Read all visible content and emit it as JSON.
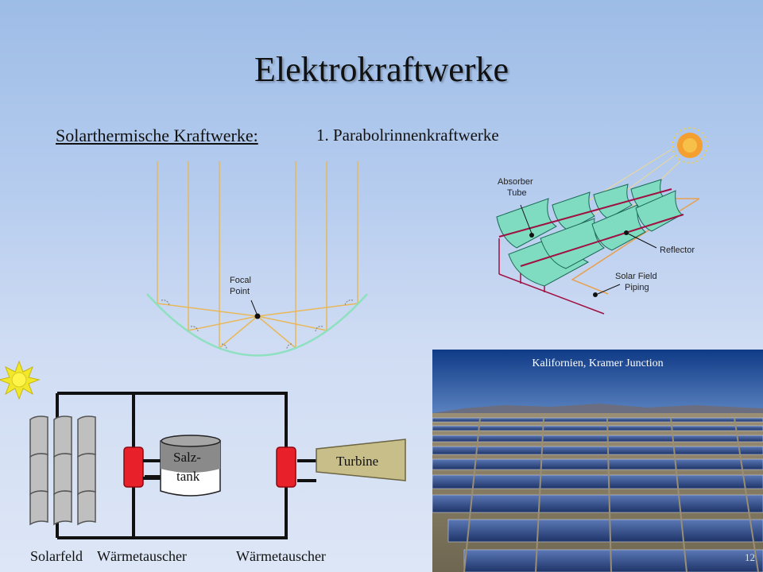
{
  "slide": {
    "title": "Elektrokraftwerke",
    "section_heading": "Solarthermische Kraftwerke:",
    "subheading": "1. Parabolrinnenkraftwerke",
    "page_number": "12"
  },
  "focal_diagram": {
    "label_line1": "Focal",
    "label_line2": "Point"
  },
  "trough_diagram": {
    "absorber_line1": "Absorber",
    "absorber_line2": "Tube",
    "reflector": "Reflector",
    "piping_line1": "Solar Field",
    "piping_line2": "Piping"
  },
  "circuit": {
    "tank_line1": "Salz-",
    "tank_line2": "tank",
    "turbine": "Turbine",
    "label_solarfeld": "Solarfeld",
    "label_waermetauscher_1": "Wärmetauscher",
    "label_waermetauscher_2": "Wärmetauscher"
  },
  "photo": {
    "caption": "Kalifornien, Kramer Junction"
  },
  "colors": {
    "ray": "#e8b85a",
    "mirror": "#8ee0c0",
    "reflector_fill": "#7fdcc0",
    "piping": "#e8a050",
    "absorber_line": "#a01040",
    "heat_exchanger": "#e8202a",
    "turbine": "#c8be8a",
    "tank_top": "#8a8a8a"
  }
}
